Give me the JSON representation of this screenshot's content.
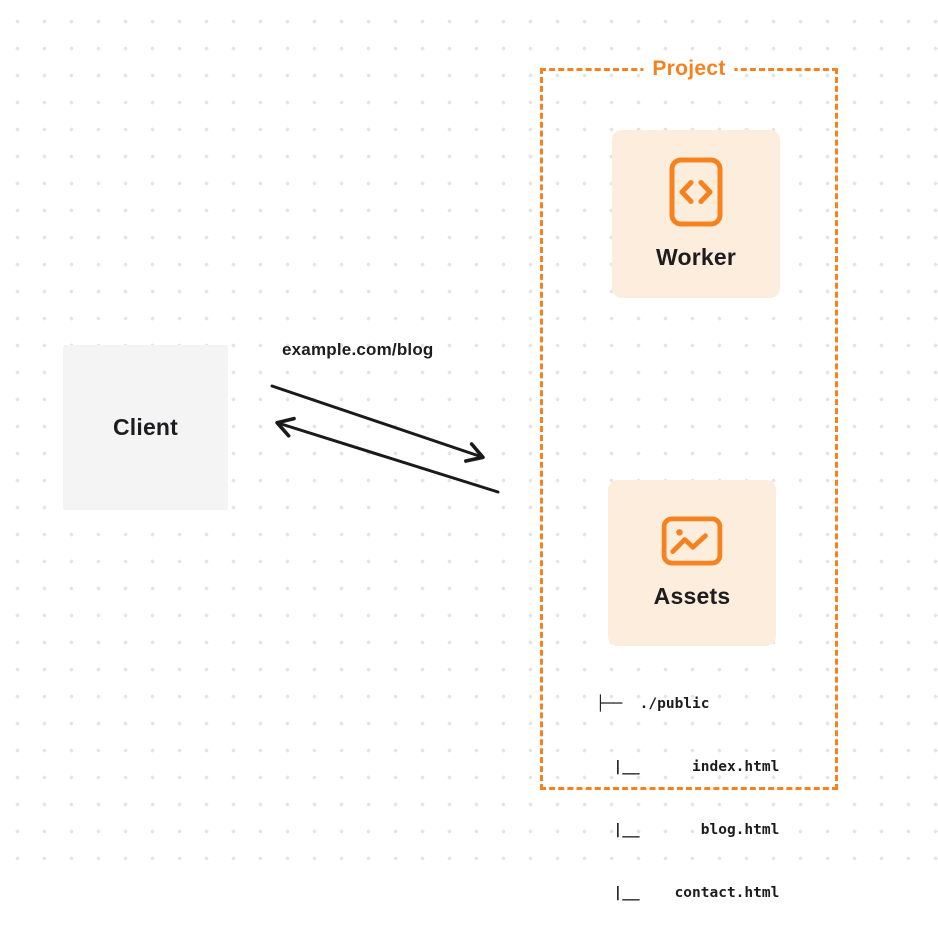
{
  "colors": {
    "accent_orange": "#F6821F",
    "card_background": "#FCEDDC",
    "client_background": "#F4F4F5",
    "text_ink": "#1D1D1F",
    "arrow_black": "#1A1A1A",
    "dot_grid": "#E5E5E9"
  },
  "client": {
    "label": "Client"
  },
  "request": {
    "label": "example.com/blog"
  },
  "project": {
    "label": "Project",
    "worker": {
      "label": "Worker",
      "icon": "code-brackets-icon"
    },
    "assets": {
      "label": "Assets",
      "icon": "image-icon"
    },
    "file_tree": {
      "lines": [
        "├──  ./public",
        "  |__      index.html",
        "  |__       blog.html",
        "  |__    contact.html"
      ]
    }
  }
}
